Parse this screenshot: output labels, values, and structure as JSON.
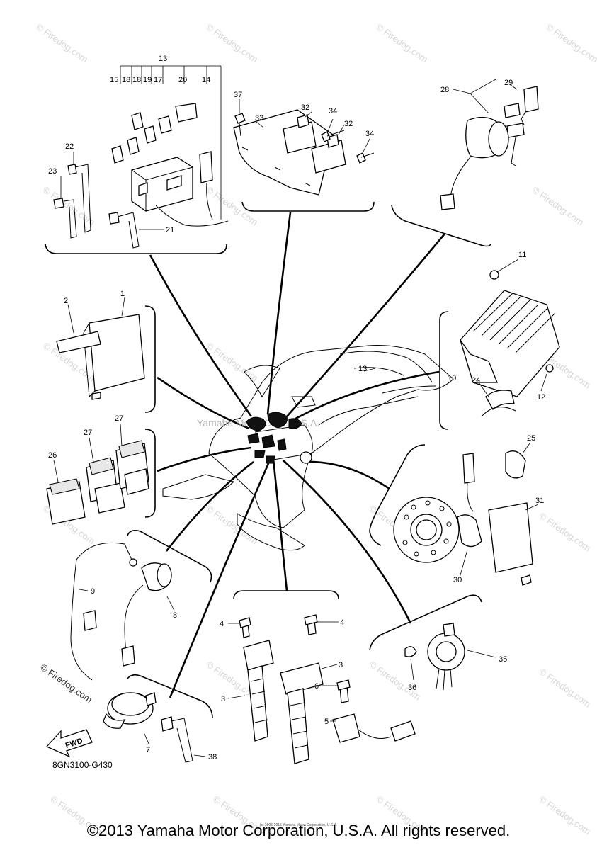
{
  "diagram_code": "8GN3100-G430",
  "fwd_label": "FWD",
  "copyright": "©2013 Yamaha Motor Corporation, U.S.A. All rights reserved.",
  "small_copyright": "(c) 2005-2015 Yamaha Motor Corporation, U.S.A.",
  "center_watermark": "Yamaha Motor Corp. U.S.A.",
  "watermark_text": "© Firedog.com",
  "logo_text": "© Firedog.com",
  "part_numbers": {
    "p1": "1",
    "p2": "2",
    "p3a": "3",
    "p3b": "3",
    "p4a": "4",
    "p4b": "4",
    "p5": "5",
    "p6": "6",
    "p7": "7",
    "p8": "8",
    "p9": "9",
    "p10": "10",
    "p11": "11",
    "p12": "12",
    "p13": "13",
    "p13b": "13",
    "p14": "14",
    "p15": "15",
    "p16": "18",
    "p17": "18",
    "p18": "19",
    "p19": "17",
    "p20": "20",
    "p21": "21",
    "p22": "22",
    "p23": "23",
    "p24": "24",
    "p25": "25",
    "p26": "26",
    "p27a": "27",
    "p27b": "27",
    "p28": "28",
    "p29": "29",
    "p30": "30",
    "p31": "31",
    "p32a": "32",
    "p32b": "32",
    "p33": "33",
    "p34a": "34",
    "p34b": "34",
    "p35": "35",
    "p36": "36",
    "p37": "37",
    "p38": "38"
  }
}
